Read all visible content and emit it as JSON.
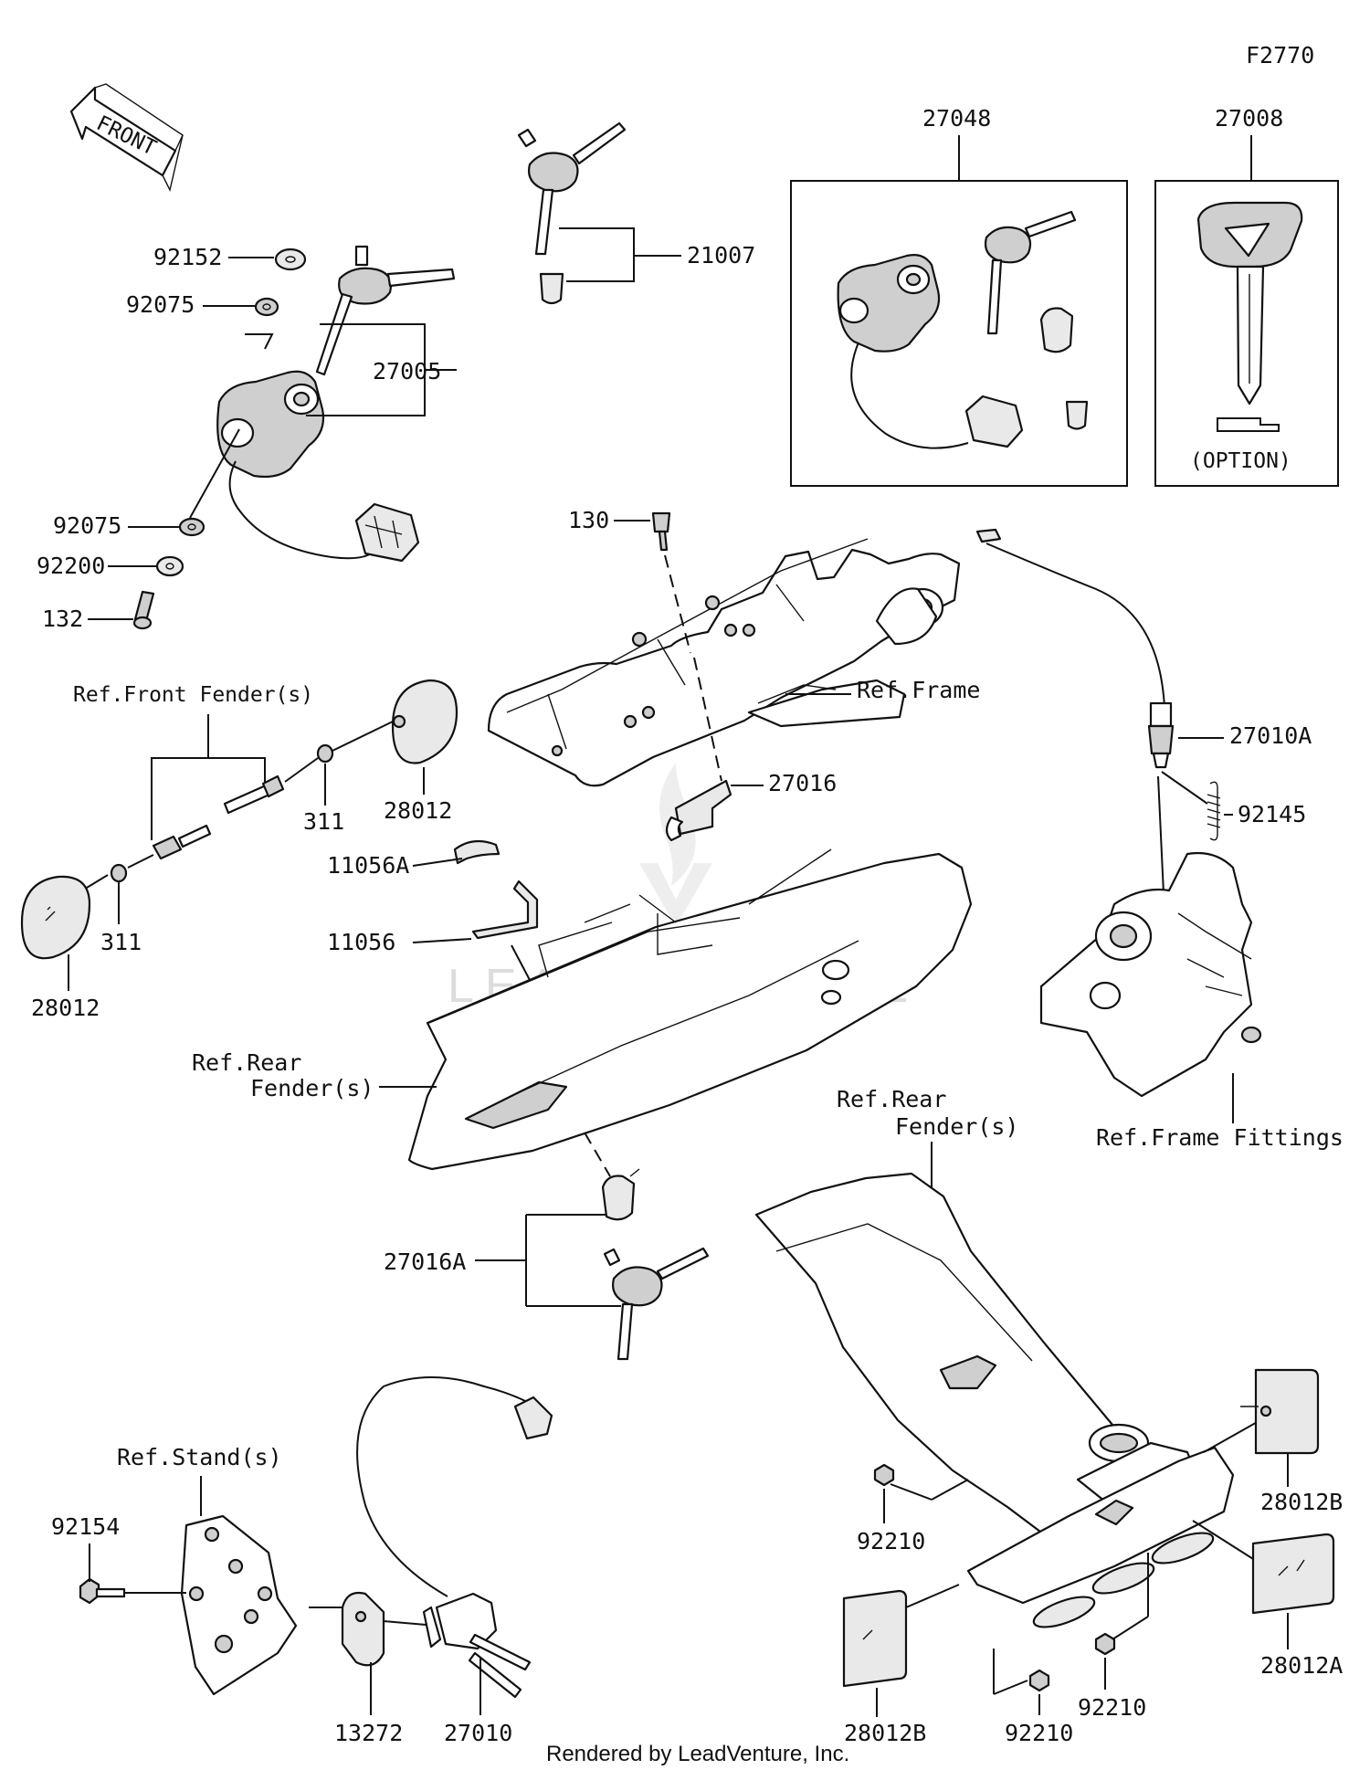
{
  "figure_code": "F2770",
  "front_label": "FRONT",
  "option_label": "(OPTION)",
  "watermark_text": "LEADVENTURE",
  "footer": "Rendered by LeadVenture, Inc.",
  "callouts": {
    "p21007": "21007",
    "p27048": "27048",
    "p27008": "27008",
    "p92152": "92152",
    "p92075a": "92075",
    "p27005": "27005",
    "p92075b": "92075",
    "p92200": "92200",
    "p132": "132",
    "p130": "130",
    "ref_frame": "Ref.Frame",
    "p27016": "27016",
    "ref_front_fender": "Ref.Front Fender(s)",
    "p311a": "311",
    "p28012a": "28012",
    "p311b": "311",
    "p28012b": "28012",
    "p11056a": "11056A",
    "p11056": "11056",
    "ref_rear_fender_1": "Ref.Rear",
    "ref_rear_fender_2": "Fender(s)",
    "p27010a": "27010A",
    "p92145": "92145",
    "ref_frame_fittings": "Ref.Frame Fittings",
    "ref_rear_fender_b1": "Ref.Rear",
    "ref_rear_fender_b2": "Fender(s)",
    "p27016a": "27016A",
    "ref_stand": "Ref.Stand(s)",
    "p92154": "92154",
    "p13272": "13272",
    "p27010": "27010",
    "p92210a": "92210",
    "p28012b_top": "28012B",
    "p28012a_bottom": "28012A",
    "p28012b_bottom": "28012B",
    "p92210b": "92210",
    "p92210c": "92210"
  }
}
